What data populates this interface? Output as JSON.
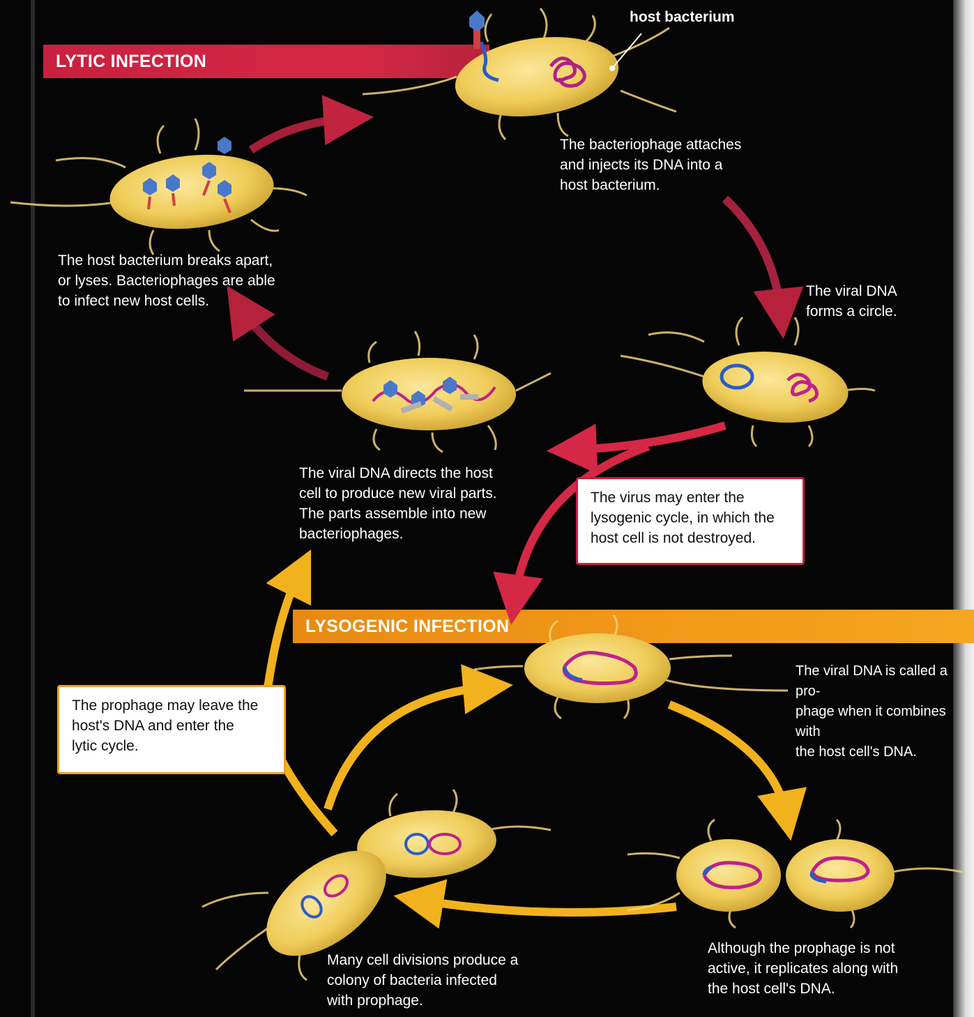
{
  "banners": {
    "lytic": "LYTIC INFECTION",
    "lysogenic": "LYSOGENIC INFECTION"
  },
  "labels": {
    "host_bacterium": "host bacterium"
  },
  "captions": {
    "attach_1": "The bacteriophage attaches",
    "attach_2": "and injects its DNA into a",
    "attach_3": "host bacterium.",
    "circle_1": "The viral DNA",
    "circle_2": "forms a circle.",
    "lyse_1": "The host bacterium breaks apart,",
    "lyse_2": "or lyses. Bacteriophages are able",
    "lyse_3": "to infect new host cells.",
    "direct_1": "The viral DNA directs the host",
    "direct_2": "cell to produce new viral parts.",
    "direct_3": "The parts assemble into new",
    "direct_4": "bacteriophages.",
    "prophage_1": "The viral DNA is called a pro-",
    "prophage_2": "phage when it combines with",
    "prophage_3": "the host cell's DNA.",
    "replicate_1": "Although the prophage is not",
    "replicate_2": "active, it replicates along with",
    "replicate_3": "the host cell's DNA.",
    "colony_1": "Many cell divisions produce a",
    "colony_2": "colony of bacteria infected",
    "colony_3": "with prophage."
  },
  "callouts": {
    "lysogenic_entry_1": "The virus may enter the",
    "lysogenic_entry_2": "lysogenic cycle, in which the",
    "lysogenic_entry_3": "host cell is not destroyed.",
    "lytic_return_1": "The prophage may leave the",
    "lytic_return_2": "host's DNA and enter the",
    "lytic_return_3": "lytic cycle."
  },
  "colors": {
    "lytic_red": "#c8203f",
    "lysogenic_orange": "#f29a1a",
    "cell_yellow": "#f2d060",
    "viral_dna_blue": "#2a5cc8",
    "host_dna_magenta": "#c0208a"
  },
  "icons": [
    "bacterium",
    "bacteriophage",
    "circular-dna",
    "tangled-host-dna",
    "cycle-arrow"
  ]
}
